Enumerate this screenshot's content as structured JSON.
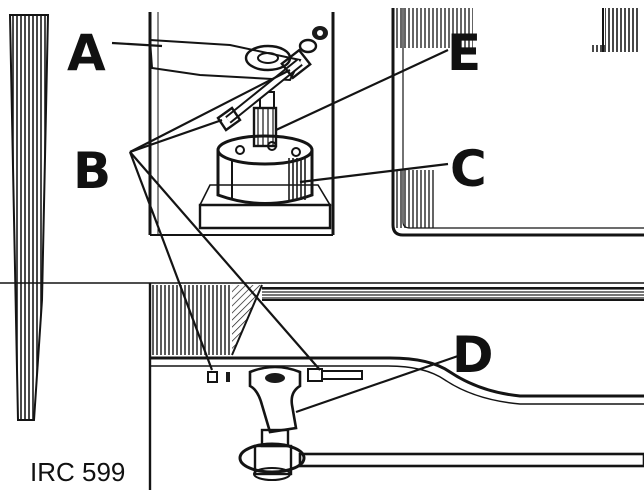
{
  "figure_code": "IRC 599",
  "callouts": {
    "a": "A",
    "b": "B",
    "c": "C",
    "d": "D",
    "e": "E"
  },
  "colors": {
    "ink": "#141414",
    "paper": "#ffffff"
  }
}
